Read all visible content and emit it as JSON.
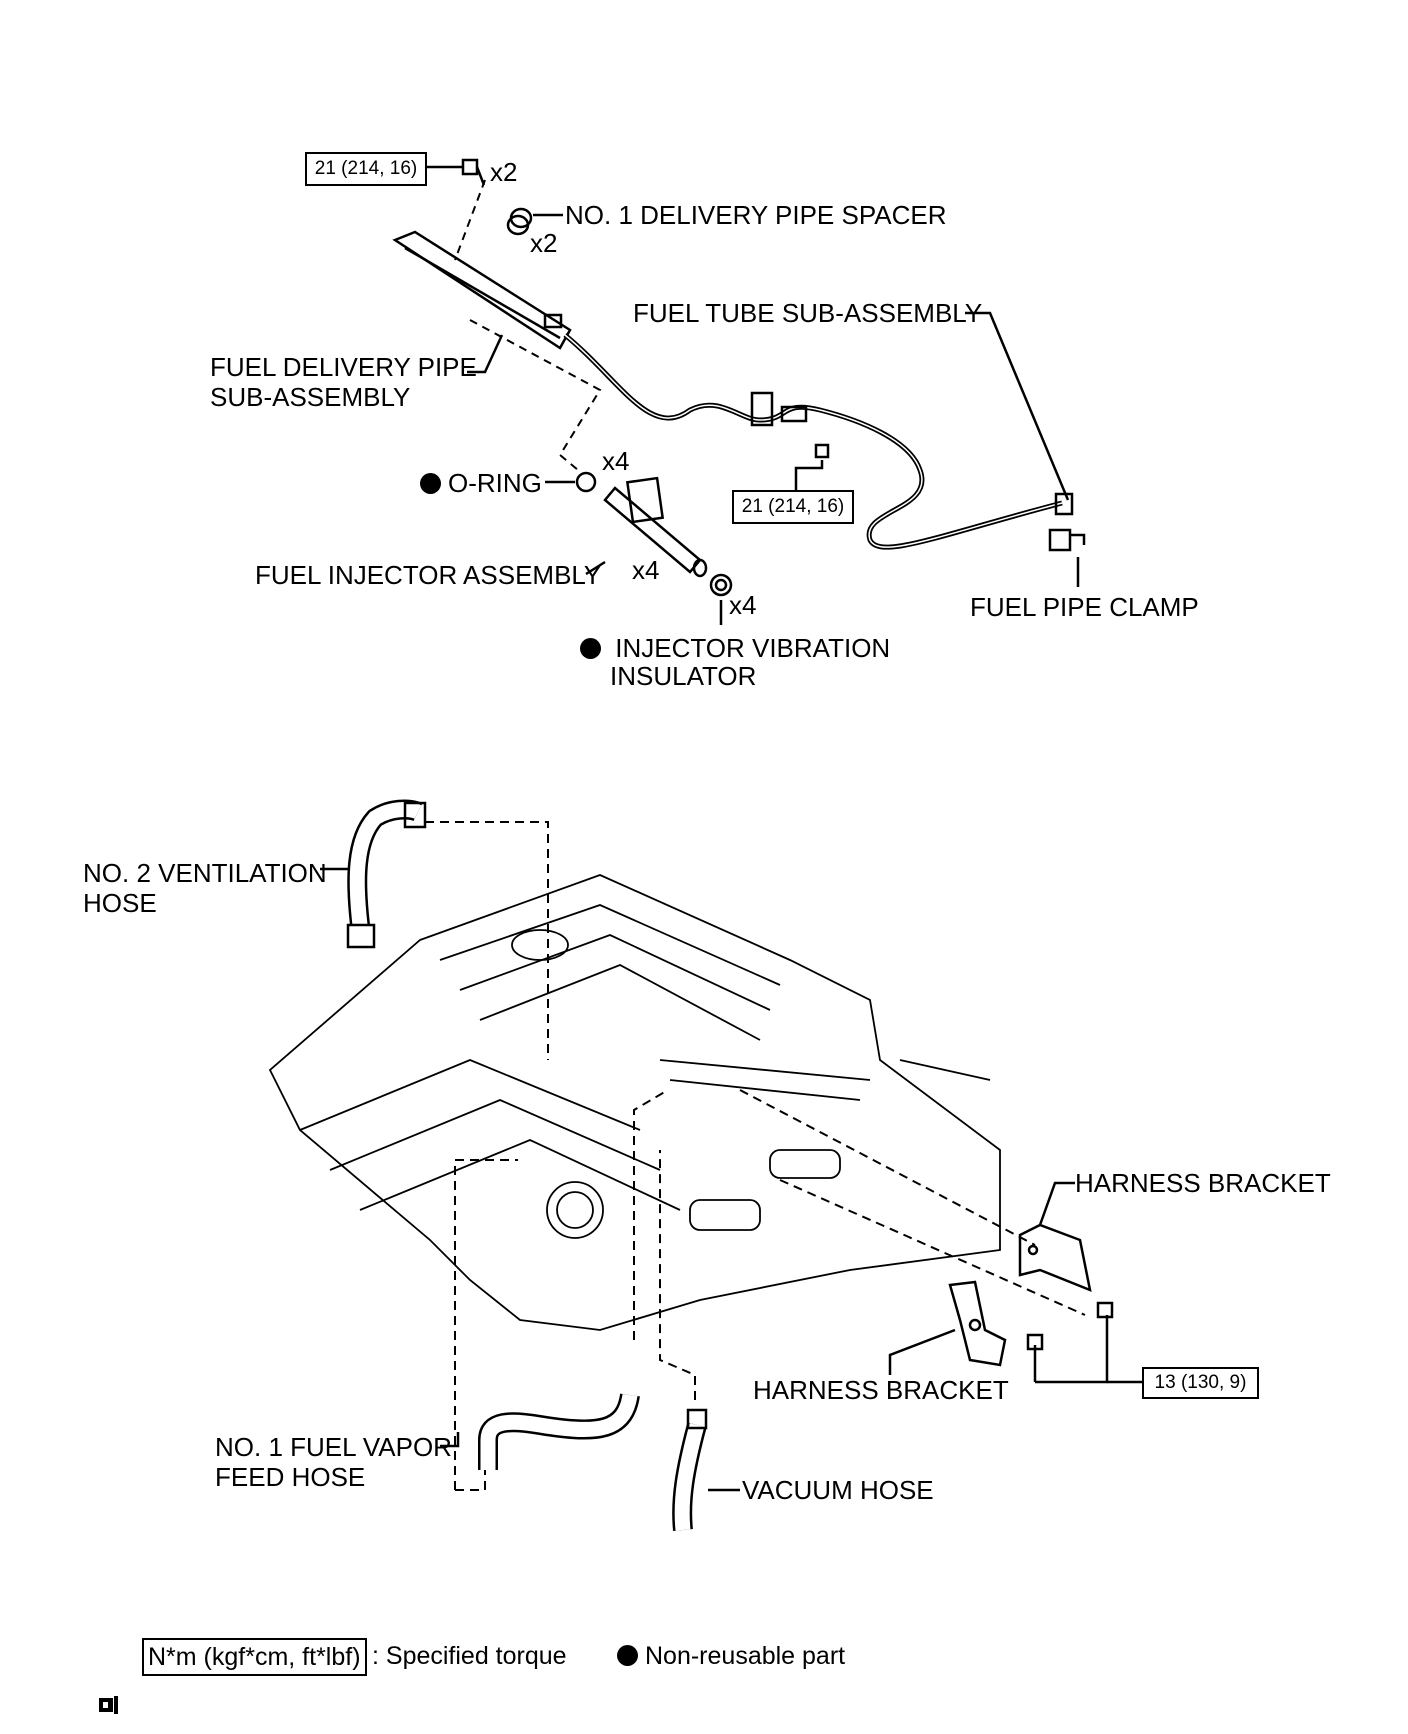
{
  "torque": {
    "top_left": "21 (214, 16)",
    "top_mid": "21 (214, 16)",
    "bottom_right": "13 (130, 9)"
  },
  "qty": {
    "bolt_top": "x2",
    "spacer": "x2",
    "o_ring": "x4",
    "injector": "x4",
    "insulator": "x4"
  },
  "labels": {
    "spacer": "NO. 1 DELIVERY PIPE SPACER",
    "fuel_tube": "FUEL TUBE SUB-ASSEMBLY",
    "delivery_pipe_1": "FUEL DELIVERY PIPE",
    "delivery_pipe_2": "SUB-ASSEMBLY",
    "o_ring": "O-RING",
    "injector": "FUEL INJECTOR ASSEMBLY",
    "fuel_pipe_clamp": "FUEL PIPE CLAMP",
    "insulator_1": "INJECTOR VIBRATION",
    "insulator_2": "INSULATOR",
    "vent_hose_1": "NO. 2 VENTILATION",
    "vent_hose_2": "HOSE",
    "harness_bracket_upper": "HARNESS BRACKET",
    "harness_bracket_lower": "HARNESS BRACKET",
    "vapor_hose_1": "NO. 1 FUEL VAPOR",
    "vapor_hose_2": "FEED HOSE",
    "vacuum_hose": "VACUUM HOSE"
  },
  "legend": {
    "torque_key": "N*m (kgf*cm, ft*lbf)",
    "torque_desc": ": Specified torque",
    "nonreusable": "Non-reusable part"
  }
}
